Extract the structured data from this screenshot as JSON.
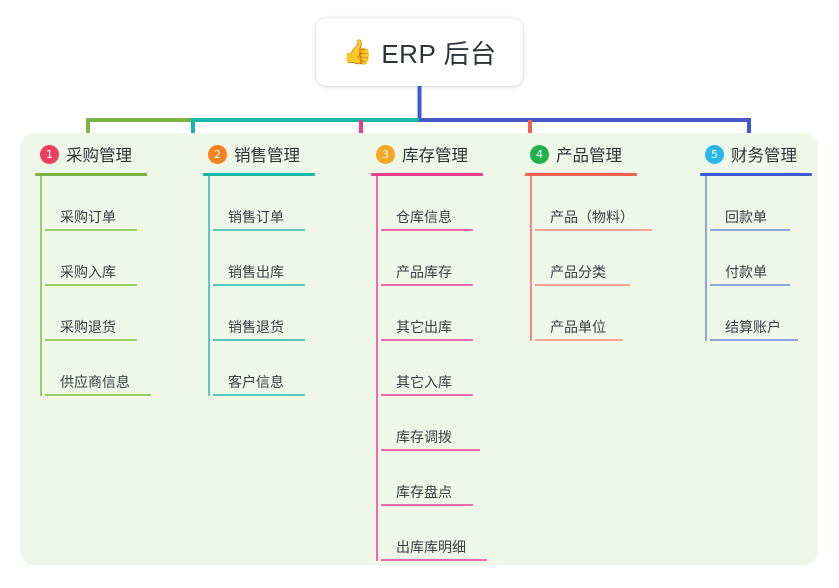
{
  "diagram": {
    "root": {
      "icon": "thumbs-up-emoji",
      "emoji": "👍",
      "title": "ERP 后台"
    },
    "panel_color": "#eff7e9",
    "branches": [
      {
        "number": "1",
        "title": "采购管理",
        "badge_color": "#ec3f62",
        "line_color": "#7cb342",
        "spine_color": "#9ccc65",
        "item_line_color": "#9ccc65",
        "items": [
          {
            "label": "采购订单"
          },
          {
            "label": "采购入库"
          },
          {
            "label": "采购退货"
          },
          {
            "label": "供应商信息"
          }
        ]
      },
      {
        "number": "2",
        "title": "销售管理",
        "badge_color": "#f58220",
        "line_color": "#14b8a6",
        "spine_color": "#5bc8bd",
        "item_line_color": "#5bc8bd",
        "items": [
          {
            "label": "销售订单"
          },
          {
            "label": "销售出库"
          },
          {
            "label": "销售退货"
          },
          {
            "label": "客户信息"
          }
        ]
      },
      {
        "number": "3",
        "title": "库存管理",
        "badge_color": "#f5a623",
        "line_color": "#e83e8c",
        "spine_color": "#ee6ba6",
        "item_line_color": "#ee6ba6",
        "items": [
          {
            "label": "仓库信息"
          },
          {
            "label": "产品库存"
          },
          {
            "label": "其它出库"
          },
          {
            "label": "其它入库"
          },
          {
            "label": "库存调拨"
          },
          {
            "label": "库存盘点"
          },
          {
            "label": "出库库明细"
          }
        ]
      },
      {
        "number": "4",
        "title": "产品管理",
        "badge_color": "#22b14c",
        "line_color": "#f4604f",
        "spine_color": "#f48a7e",
        "item_line_color": "#f7a398",
        "items": [
          {
            "label": "产品（物料）"
          },
          {
            "label": "产品分类"
          },
          {
            "label": "产品单位"
          }
        ]
      },
      {
        "number": "5",
        "title": "财务管理",
        "badge_color": "#29b6e8",
        "line_color": "#3b5bdb",
        "spine_color": "#8fa4dd",
        "item_line_color": "#8fa4dd",
        "items": [
          {
            "label": "回款单"
          },
          {
            "label": "付款单"
          },
          {
            "label": "结算账户"
          }
        ]
      }
    ],
    "connectors": {
      "stem_color": "#3b5bdb",
      "segment_1_color": "#7cb342",
      "segment_2_color": "#14b8a6",
      "segment_3_color": "#4759c4",
      "drop_1_color": "#7cb342",
      "drop_2_color": "#14b8a6",
      "drop_3_color": "#e83e8c",
      "drop_4_color": "#f4604f",
      "drop_5_color": "#3b5bdb"
    }
  }
}
